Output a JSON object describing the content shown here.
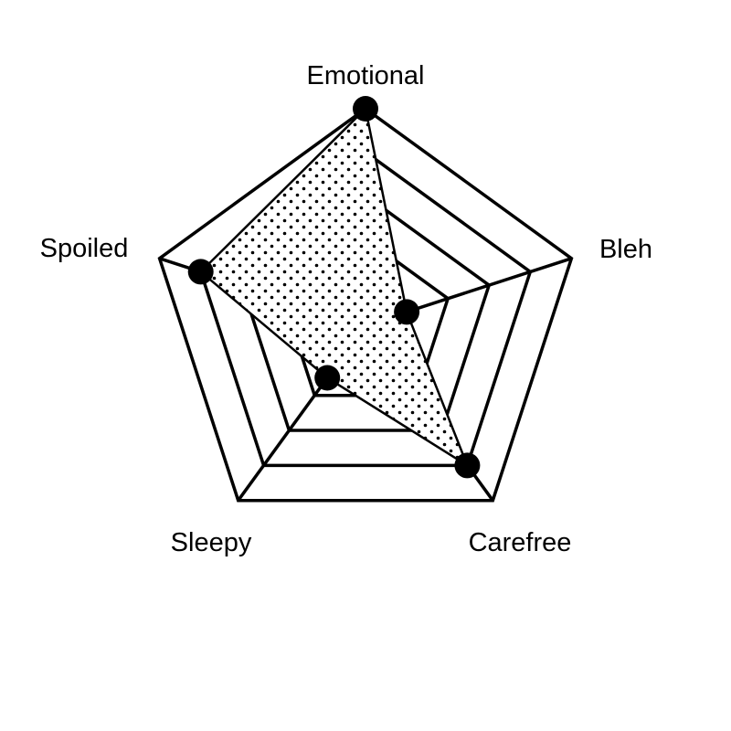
{
  "chart_data": {
    "type": "radar",
    "title": "",
    "axes": [
      "Emotional",
      "Bleh",
      "Carefree",
      "Sleepy",
      "Spoiled"
    ],
    "rlim": [
      0,
      5
    ],
    "grid_levels": [
      1,
      2,
      3,
      4,
      5
    ],
    "series": [
      {
        "values": [
          5,
          1,
          4,
          1.5,
          4
        ]
      }
    ],
    "grid": true,
    "legend": "none",
    "colors": {
      "line": "#000000",
      "marker": "#000000",
      "fill_pattern": "dotted",
      "background": "#ffffff"
    }
  }
}
